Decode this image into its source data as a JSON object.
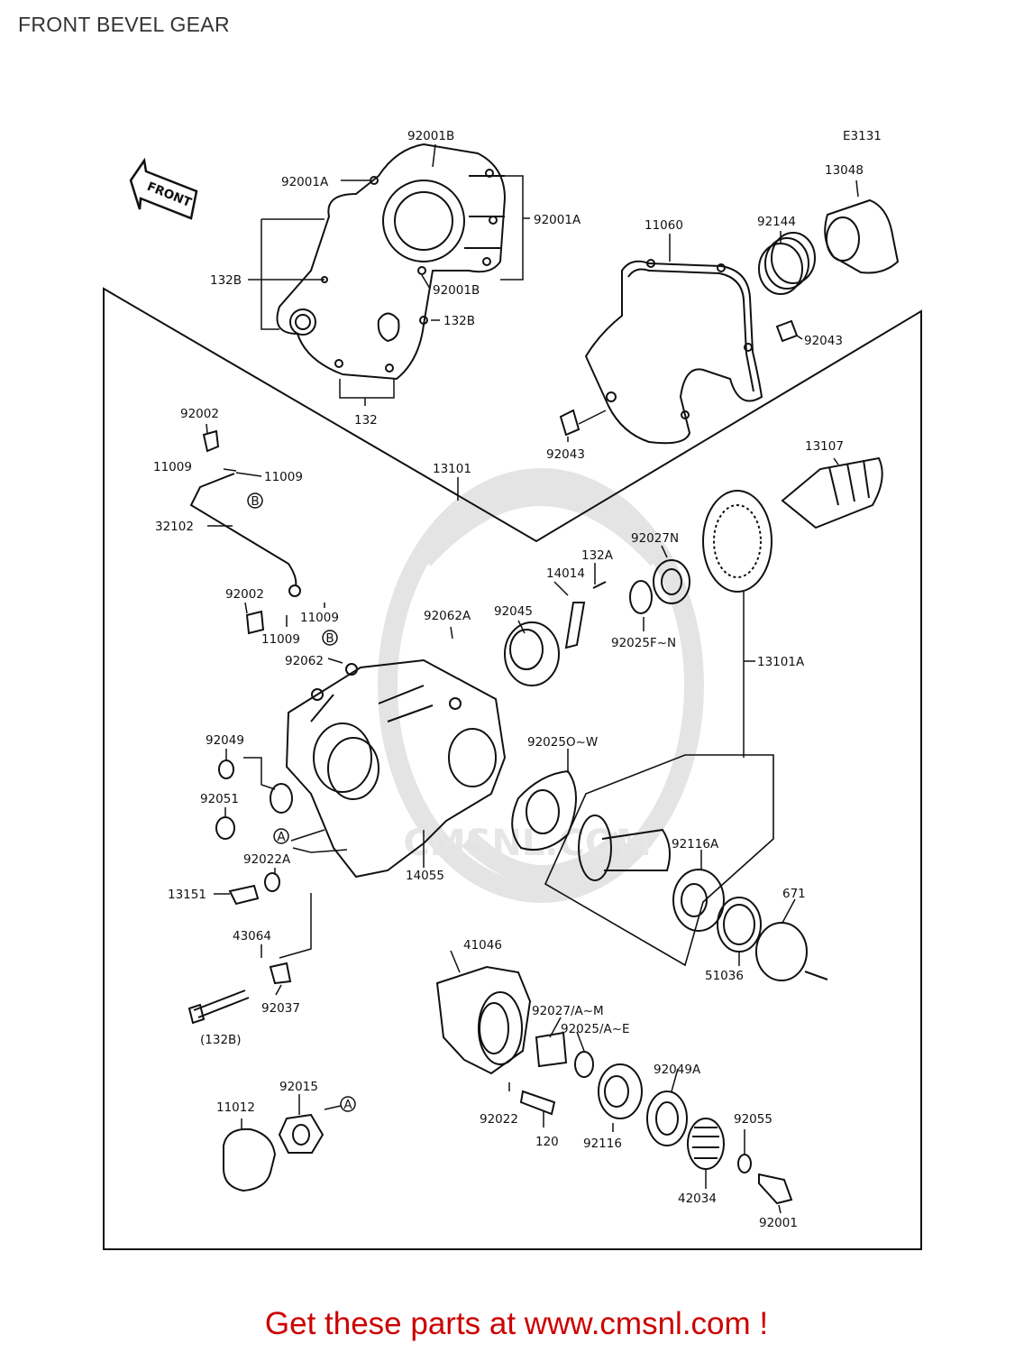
{
  "page": {
    "title": "FRONT BEVEL GEAR"
  },
  "diagram": {
    "code": "E3131",
    "front_label": "FRONT",
    "callouts": [
      "B",
      "A"
    ],
    "parts": [
      "92001B",
      "92001A",
      "92001A",
      "92001B",
      "132B",
      "132B",
      "132",
      "11060",
      "92144",
      "13048",
      "92043",
      "92043",
      "92002",
      "11009",
      "11009",
      "32102",
      "13101",
      "13107",
      "92027N",
      "132A",
      "14014",
      "92025F~N",
      "92002",
      "11009",
      "11009",
      "92062A",
      "92045",
      "92062",
      "13101A",
      "92049",
      "92051",
      "92022A",
      "13151",
      "14055",
      "92025O~W",
      "92116A",
      "671",
      "51036",
      "43064",
      "92037",
      "(132B)",
      "41046",
      "92027/A~M",
      "92025/A~E",
      "92049A",
      "11012",
      "92015",
      "92022",
      "120",
      "92116",
      "92055",
      "42034",
      "92001"
    ]
  },
  "watermark": {
    "text": "CMSNL.COM"
  },
  "footer": {
    "cta": "Get these parts at www.cmsnl.com !"
  }
}
